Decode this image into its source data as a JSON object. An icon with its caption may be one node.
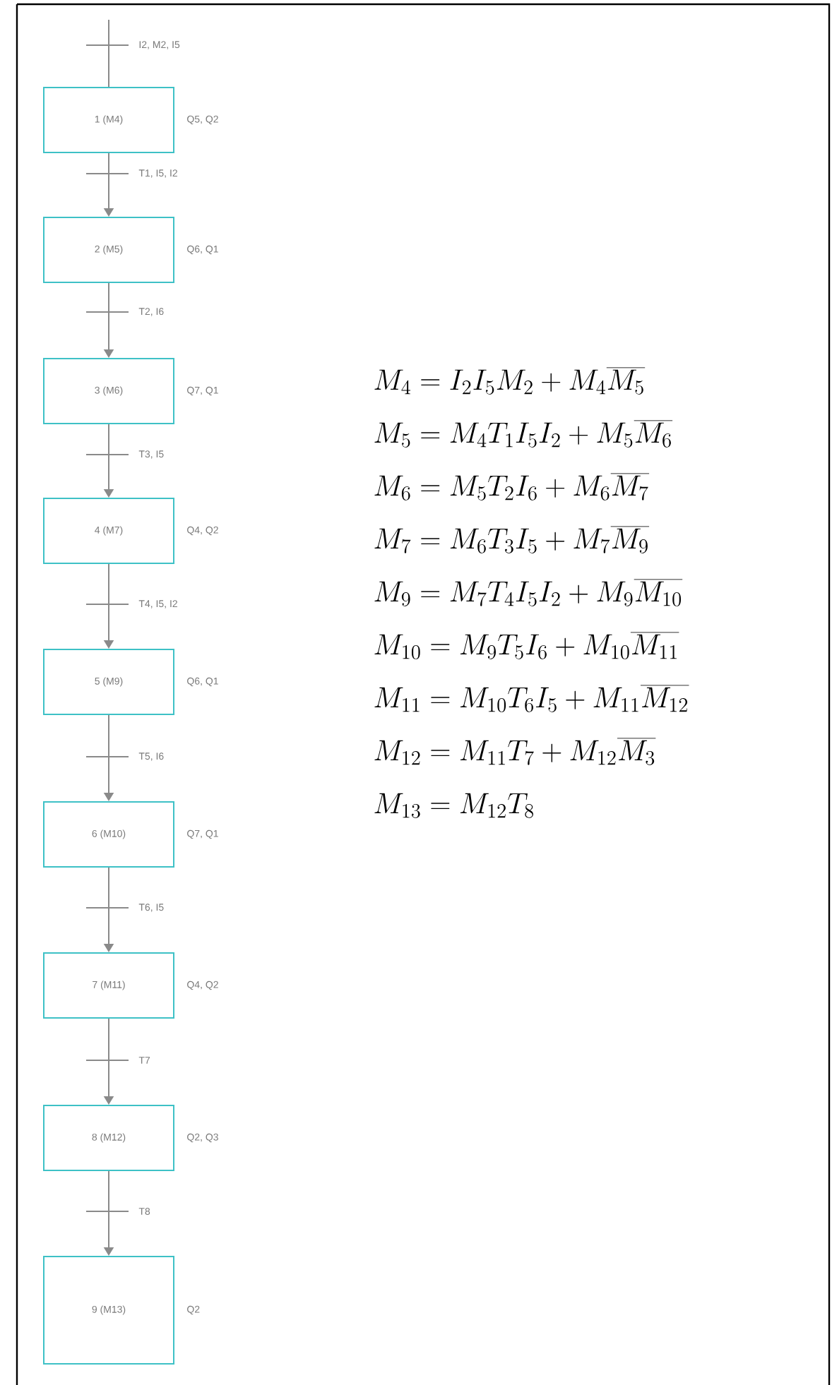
{
  "diagram": {
    "nodes": [
      {
        "text": [
          "1 (M4)"
        ],
        "beside": [
          "Q5, Q2"
        ]
      },
      {
        "text": [
          "2 (M5)"
        ],
        "beside": [
          "Q6, Q1"
        ]
      },
      {
        "text": [
          "3 (M6)"
        ],
        "beside": [
          "Q7, Q1"
        ]
      },
      {
        "text": [
          "4 (M7)"
        ],
        "beside": [
          "Q4, Q2"
        ]
      },
      {
        "text": [
          "5 (M9)"
        ],
        "beside": [
          "Q6, Q1"
        ]
      },
      {
        "text": [
          "6 (M10)"
        ],
        "beside": [
          "Q7, Q1"
        ]
      },
      {
        "text": [
          "7 (M11)"
        ],
        "beside": [
          "Q4, Q2"
        ]
      },
      {
        "text": [
          "8 (M12)"
        ],
        "beside": [
          "Q2, Q3"
        ]
      },
      {
        "text": [
          "9 (M13)"
        ],
        "beside": [
          "Q2"
        ]
      }
    ],
    "edges": [
      {
        "from": null,
        "to": 0,
        "arrow": "none",
        "label": "I2, M2, I5"
      },
      {
        "from": 0,
        "to": 1,
        "arrow": "to",
        "label": "T1, I5, I2"
      },
      {
        "from": 1,
        "to": 2,
        "arrow": "to",
        "label": "T2, I6"
      },
      {
        "from": 2,
        "to": 3,
        "arrow": "to",
        "label": "T3, I5"
      },
      {
        "from": 3,
        "to": 4,
        "arrow": "to",
        "label": "T4, I5, I2"
      },
      {
        "from": 4,
        "to": 5,
        "arrow": "to",
        "label": "T5, I6"
      },
      {
        "from": 5,
        "to": 6,
        "arrow": "to",
        "label": "T6, I5"
      },
      {
        "from": 6,
        "to": 7,
        "arrow": "to",
        "label": "T7"
      },
      {
        "from": 7,
        "to": 8,
        "arrow": "to",
        "label": "T8"
      }
    ],
    "labels": [
      "M_4 = I_2 I_5 M_2 + M_4 \\overline{M_5}",
      "M_5 = M_4 T_1 I_5 I_2 + M_5 \\overline{M_6}",
      "M_6 = M_5 T_2 I_6 + M_6 \\overline{M_7}",
      "M_7 = M_6 T_3 I_5 + M_7 \\overline{M_9}",
      "M_9 = M_7 T_4 I_5 I_2 + M_9 \\overline{M_{10}}",
      "M_{10} = M_9 T_5 I_6 + M_{10} \\overline{M_{11}}",
      "M_{11} = M_{10} T_6 I_5 + M_{11} \\overline{M_{12}}",
      "M_{12} = M_{11} T_7 + M_{12} \\overline{M_3}",
      "M_{13} = M_{12} T_8"
    ]
  }
}
